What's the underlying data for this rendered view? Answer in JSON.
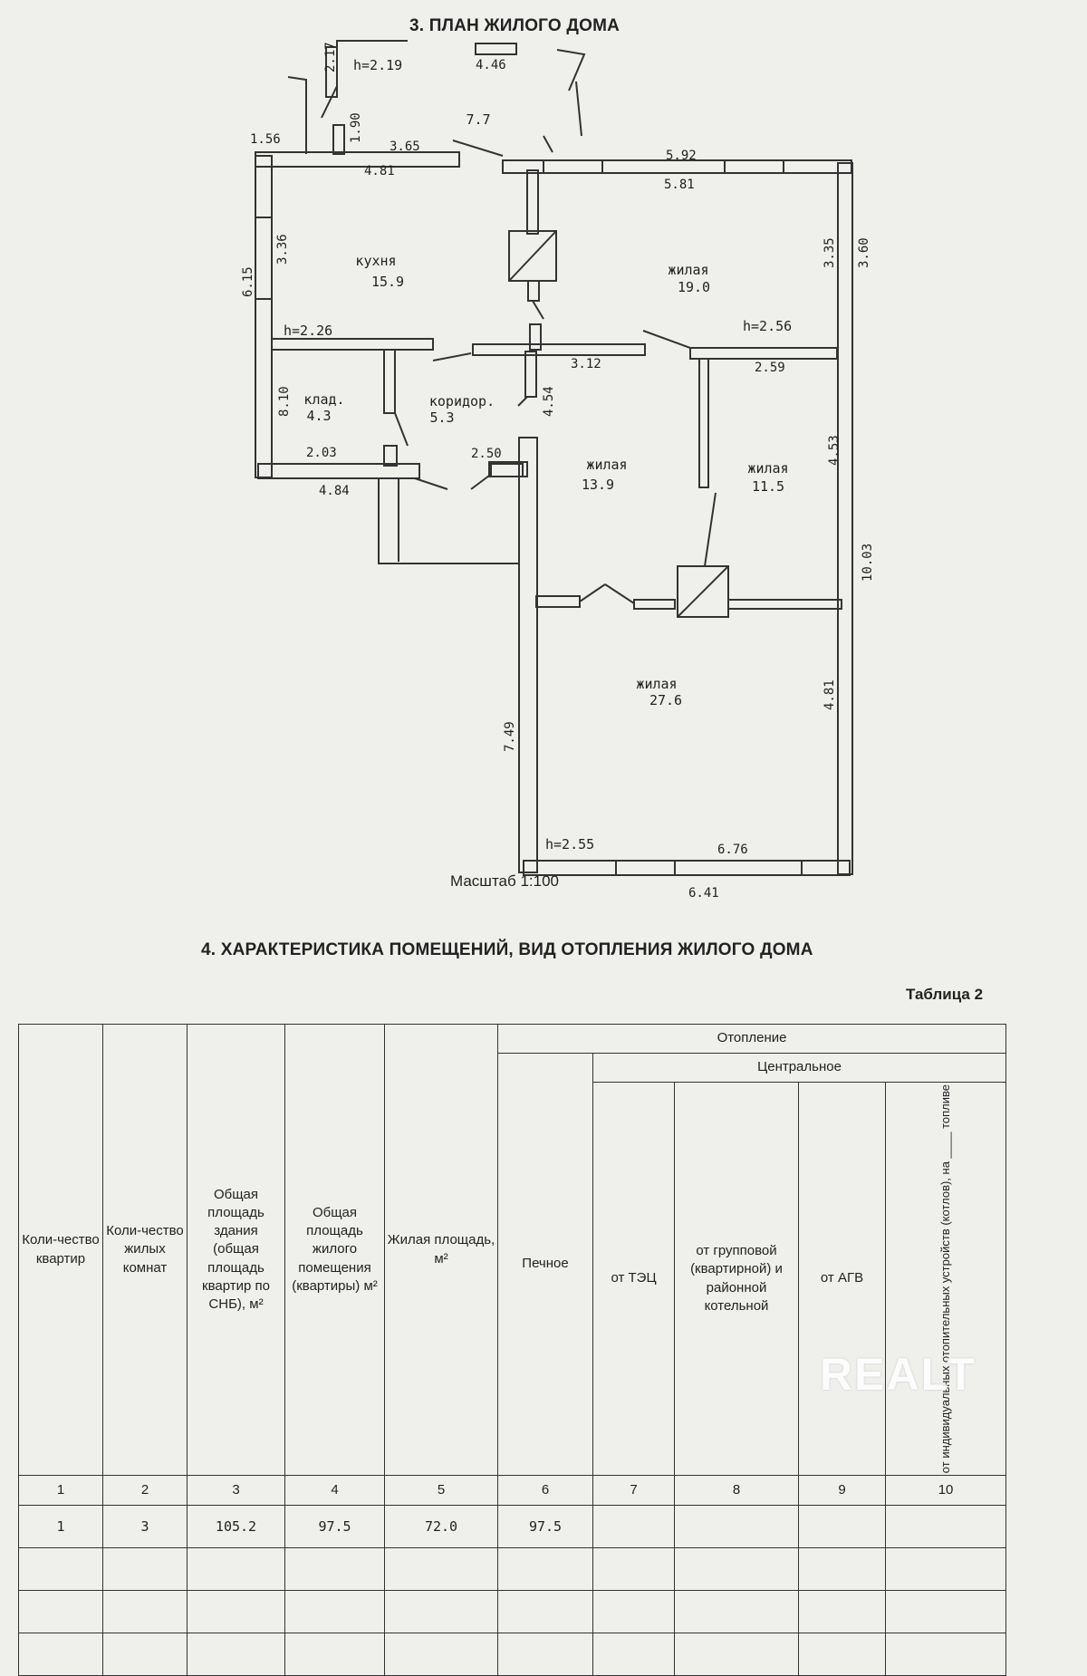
{
  "section3_title": "3. ПЛАН ЖИЛОГО ДОМА",
  "plan": {
    "rooms": [
      {
        "name": "кухня",
        "area": "15.9"
      },
      {
        "name": "жилая",
        "area": "19.0"
      },
      {
        "name": "клад.",
        "area": "4.3"
      },
      {
        "name": "коридор.",
        "area": "5.3"
      },
      {
        "name": "жилая",
        "area": "13.9"
      },
      {
        "name": "жилая",
        "area": "11.5"
      },
      {
        "name": "жилая",
        "area": "27.6"
      }
    ],
    "veranda_area": "7.7",
    "heights": [
      "h=2.19",
      "h=2.26",
      "h=2.56",
      "h=2.55"
    ],
    "dimensions": [
      "2.17",
      "4.46",
      "1.90",
      "1.56",
      "3.65",
      "5.92",
      "4.81",
      "5.81",
      "3.36",
      "6.15",
      "3.35",
      "3.60",
      "3.12",
      "2.59",
      "8.10",
      "4.54",
      "4.53",
      "2.03",
      "2.50",
      "4.84",
      "10.03",
      "7.49",
      "4.81",
      "6.76",
      "6.41"
    ]
  },
  "scale_label": "Масштаб 1:100",
  "section4_title": "4. ХАРАКТЕРИСТИКА ПОМЕЩЕНИЙ, ВИД ОТОПЛЕНИЯ ЖИЛОГО ДОМА",
  "table_label": "Таблица 2",
  "table": {
    "headers": {
      "col1": "Коли-чество квартир",
      "col2": "Коли-чество жилых комнат",
      "col3": "Общая площадь здания (общая площадь квартир по СНБ), м²",
      "col4": "Общая площадь жилого помещения (квартиры) м²",
      "col5": "Жилая площадь, м²",
      "heating": "Отопление",
      "col6": "Печное",
      "central": "Центральное",
      "col7": "от ТЭЦ",
      "col8": "от групповой (квартирной) и районной котельной",
      "col9": "от АГВ",
      "col10": "от индивидуальных отопительных устройств (котлов), на ____ топливе"
    },
    "col_numbers": [
      "1",
      "2",
      "3",
      "4",
      "5",
      "6",
      "7",
      "8",
      "9",
      "10"
    ],
    "row1": [
      "1",
      "3",
      "105.2",
      "97.5",
      "72.0",
      "97.5",
      "",
      "",
      "",
      ""
    ]
  },
  "watermark": "REALT"
}
